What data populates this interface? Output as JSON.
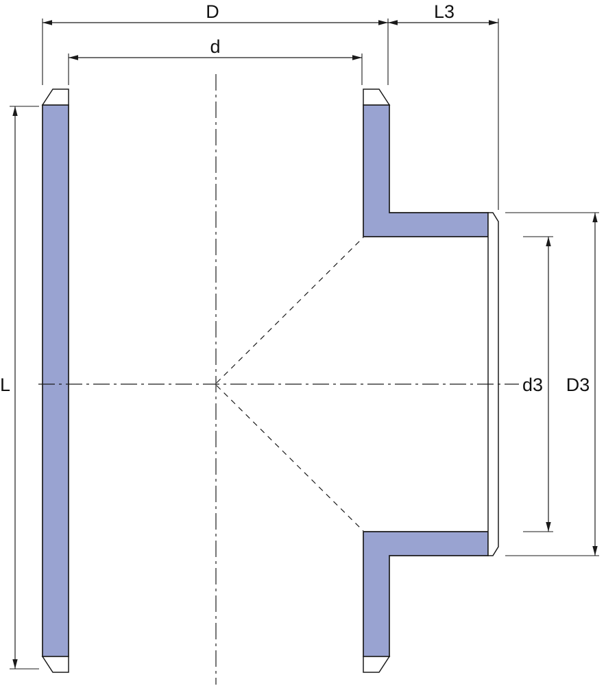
{
  "dimension_labels": {
    "overall_width": "D",
    "bore_width": "d",
    "branch_length": "L3",
    "body_length": "L",
    "branch_bore": "d3",
    "branch_outer": "D3"
  },
  "colors": {
    "wall_fill": "#99a3d1",
    "line": "#1a1a1a",
    "background": "#ffffff"
  }
}
